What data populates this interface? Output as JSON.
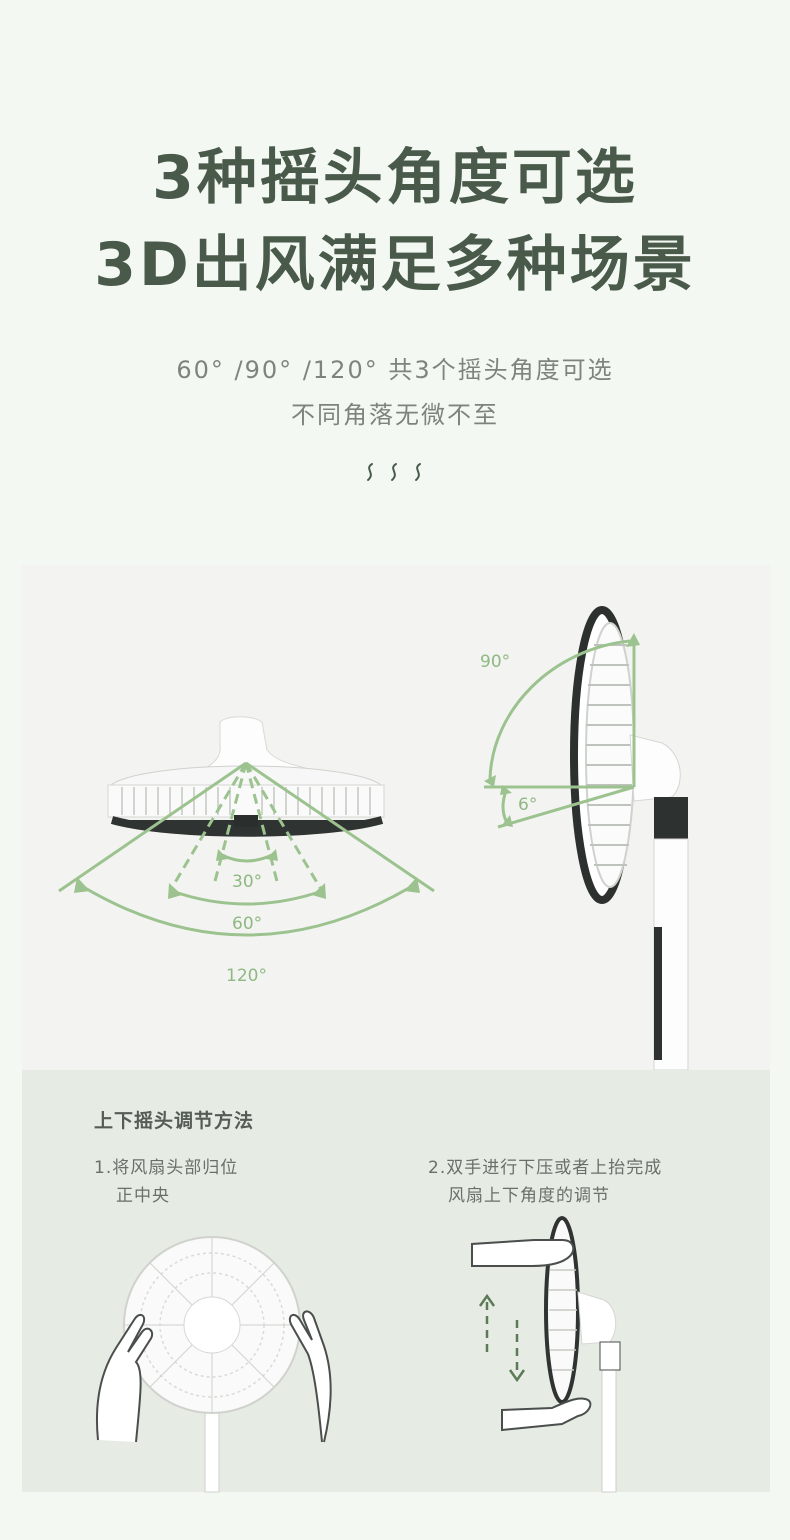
{
  "header": {
    "title_line1": "3种摇头角度可选",
    "title_line2": "3D出风满足多种场景",
    "subtitle_line1": "60° /90° /120° 共3个摇头角度可选",
    "subtitle_line2": "不同角落无微不至"
  },
  "diagram": {
    "horizontal_angles": [
      "30°",
      "60°",
      "120°"
    ],
    "vertical_up_angle": "90°",
    "vertical_down_angle": "6°"
  },
  "method": {
    "title": "上下摇头调节方法",
    "step1_line1": "1.将风扇头部归位",
    "step1_line2": "正中央",
    "step2_line1": "2.双手进行下压或者上抬完成",
    "step2_line2": "风扇上下角度的调节"
  },
  "colors": {
    "background": "#f3f8f3",
    "headline": "#4a5a4a",
    "accent_green": "#8fb882",
    "panel": "#f3f4f1",
    "method_panel": "#e6ebe4"
  },
  "icons": [
    "squiggle-icon",
    "fan-top-view-illustration",
    "fan-side-view-illustration",
    "hands-center-fan-illustration",
    "hands-tilt-fan-illustration",
    "arrow-up-icon",
    "arrow-down-icon"
  ]
}
